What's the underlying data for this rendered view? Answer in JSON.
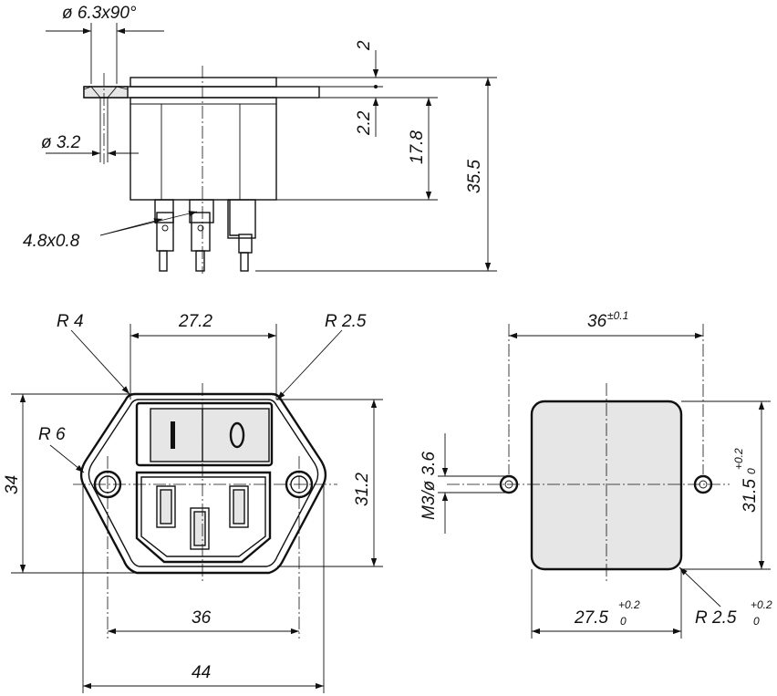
{
  "labels": {
    "chamfer_dia": "ø 6.3x90°",
    "hole_dia": "ø 3.2",
    "tab_size": "4.8x0.8",
    "dim_2": "2",
    "dim_2_2": "2.2",
    "dim_17_8": "17.8",
    "dim_35_5": "35.5",
    "r4": "R 4",
    "dim_27_2": "27.2",
    "r2_5": "R 2.5",
    "r6": "R 6",
    "dim_34": "34",
    "dim_31_2": "31.2",
    "dim_36": "36",
    "dim_44": "44",
    "switch_on": "I",
    "switch_off": "O",
    "cut_width": "36",
    "cut_width_tol": "±0.1",
    "cut_thread": "M3/ø 3.6",
    "cut_height": "31.5",
    "cut_height_tol_plus": "+0.2",
    "cut_height_tol_zero": "0",
    "cut_inner": "27.5",
    "cut_inner_tol_plus": "+0.2",
    "cut_inner_tol_zero": "0",
    "cut_radius": "R 2.5",
    "cut_radius_tol_plus": "+0.2",
    "cut_radius_tol_zero": "0"
  }
}
